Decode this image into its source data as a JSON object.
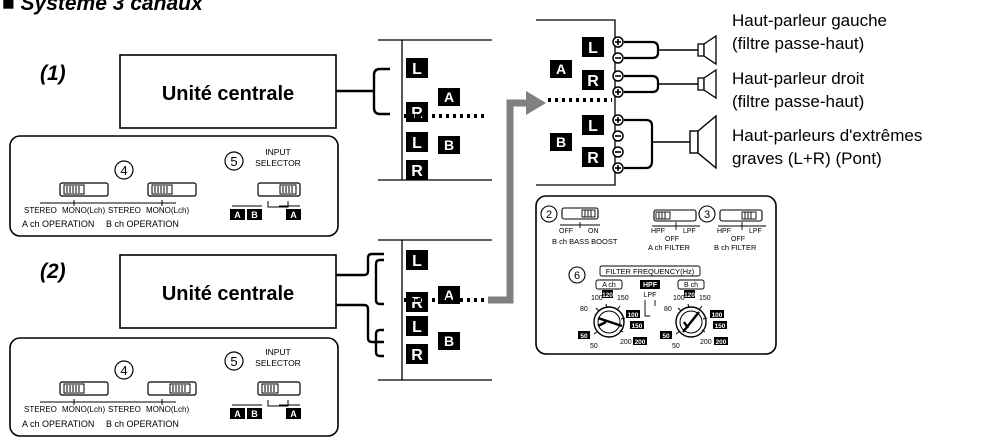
{
  "title": "■ Système 3 canaux",
  "section_labels": [
    "(1)",
    "(2)"
  ],
  "head_unit_label": "Unité centrale",
  "badges": {
    "left": "L",
    "right": "R",
    "ch_a": "A",
    "ch_b": "B"
  },
  "speakers": [
    {
      "line1": "Haut-parleur gauche",
      "line2": "(filtre passe-haut)"
    },
    {
      "line1": "Haut-parleur droit",
      "line2": "(filtre passe-haut)"
    },
    {
      "line1": "Haut-parleurs d'extrêmes",
      "line2": "graves (L+R) (Pont)"
    }
  ],
  "terminal_signs": [
    "+",
    "−",
    "−",
    "+",
    "+",
    "−",
    "−",
    "+"
  ],
  "control_panel": {
    "num_4": "4",
    "num_5": "5",
    "input_selector_line1": "INPUT",
    "input_selector_line2": "SELECTOR",
    "stereo": "STEREO",
    "mono": "MONO(Lch)",
    "ach_operation": "A ch OPERATION",
    "bch_operation": "B ch OPERATION",
    "sel_a": "A",
    "sel_b": "B"
  },
  "filter_panel": {
    "num_2": "2",
    "num_3": "3",
    "num_6": "6",
    "off": "OFF",
    "on": "ON",
    "hpf": "HPF",
    "lpf": "LPF",
    "bass_boost": "B ch BASS BOOST",
    "ach_filter": "A ch FILTER",
    "bch_filter": "B ch FILTER",
    "filter_frequency": "FILTER FREQUENCY(Hz)",
    "ach": "A ch",
    "bch": "B ch",
    "freqs": [
      "50",
      "80",
      "100",
      "120",
      "150",
      "200"
    ]
  }
}
